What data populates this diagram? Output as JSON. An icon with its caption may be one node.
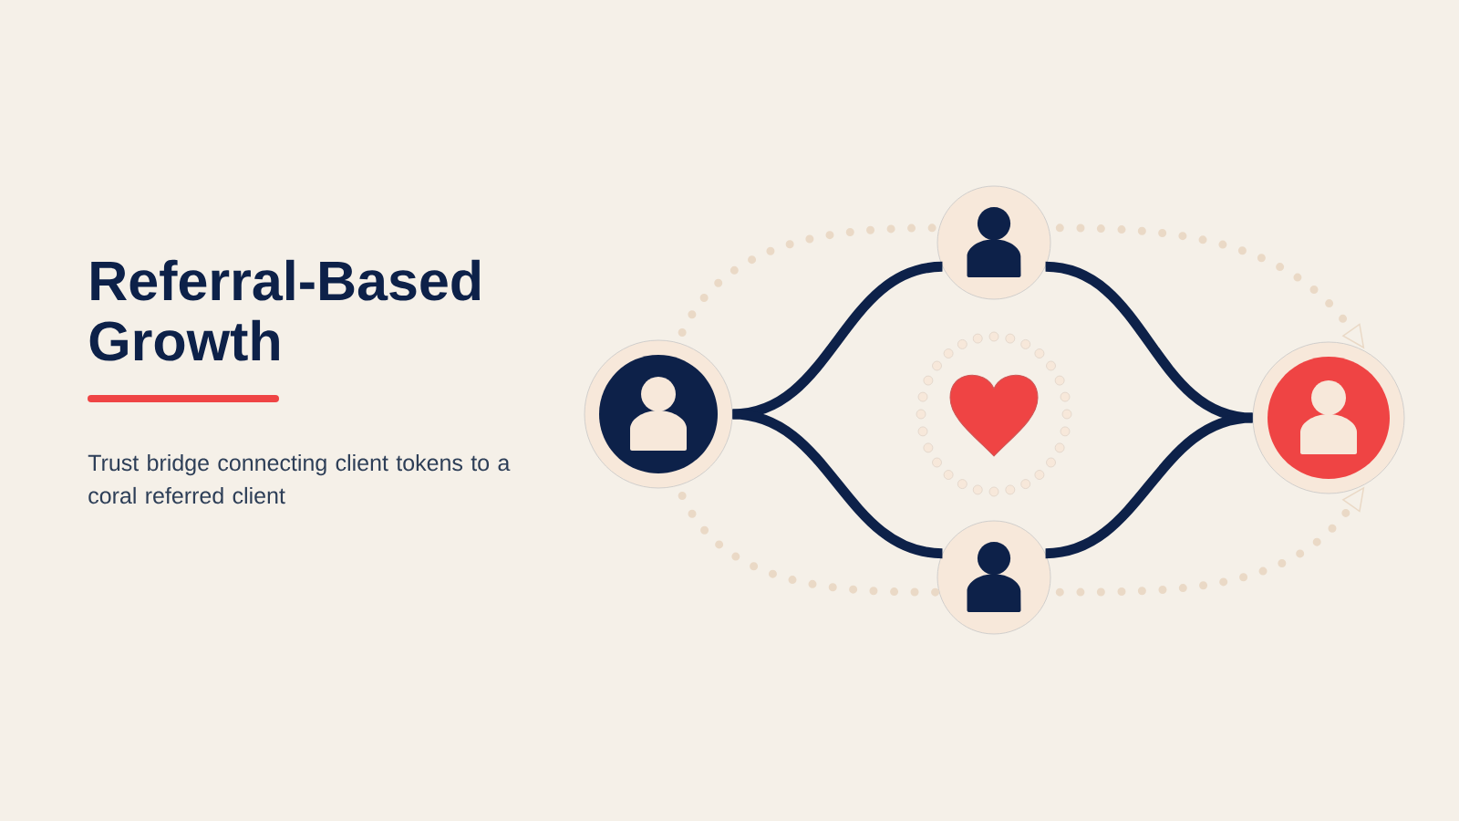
{
  "diagram": {
    "title": "Referral-Based Growth",
    "caption": "Trust bridge connecting client tokens to a coral referred client",
    "nodes": [
      {
        "text": [],
        "shape": "person"
      },
      {
        "text": [],
        "shape": "person"
      },
      {
        "text": [],
        "shape": "person"
      },
      {
        "text": [],
        "shape": "person"
      }
    ],
    "edges": [
      {
        "from": 0,
        "to": 1,
        "arrow": "none",
        "color": "#0d2149"
      },
      {
        "from": 0,
        "to": 2,
        "arrow": "none",
        "color": "#0d2149"
      },
      {
        "from": 1,
        "to": 3,
        "arrow": "none",
        "color": "#0d2149"
      },
      {
        "from": 2,
        "to": 3,
        "arrow": "none",
        "color": "#0d2149"
      },
      {
        "from": 0,
        "to": 1,
        "arrow": "none",
        "style": "dashed",
        "color": "#ead9c6"
      },
      {
        "from": 1,
        "to": 3,
        "arrow": "to",
        "style": "dashed",
        "color": "#ead9c6"
      },
      {
        "from": 0,
        "to": 2,
        "arrow": "none",
        "style": "dashed",
        "color": "#ead9c6"
      },
      {
        "from": 2,
        "to": 3,
        "arrow": "to",
        "style": "dashed",
        "color": "#ead9c6"
      }
    ]
  }
}
